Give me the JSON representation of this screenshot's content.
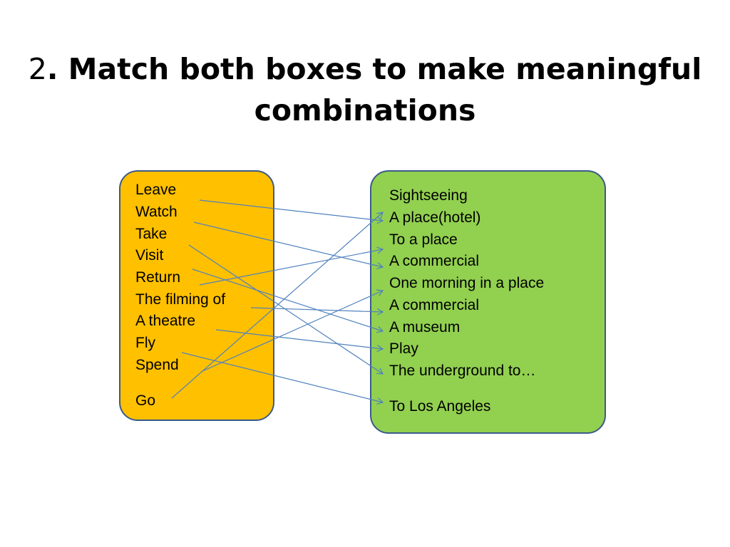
{
  "title": {
    "number": "2",
    "text": ". Match both boxes to make meaningful combinations"
  },
  "left_box": {
    "color": "#ffc000",
    "items": [
      "Leave",
      "Watch",
      "Take",
      "Visit",
      "Return",
      "The filming of",
      "A theatre",
      "Fly",
      "Spend",
      "Go"
    ]
  },
  "right_box": {
    "color": "#92d050",
    "items": [
      "Sightseeing",
      "A place(hotel)",
      "To a place",
      "A commercial",
      "One morning in a place",
      "A commercial",
      "A museum",
      "Play",
      "The underground to…",
      "To Los Angeles"
    ]
  },
  "border_color": "#3b5a88",
  "arrow_color": "#4f81bd"
}
